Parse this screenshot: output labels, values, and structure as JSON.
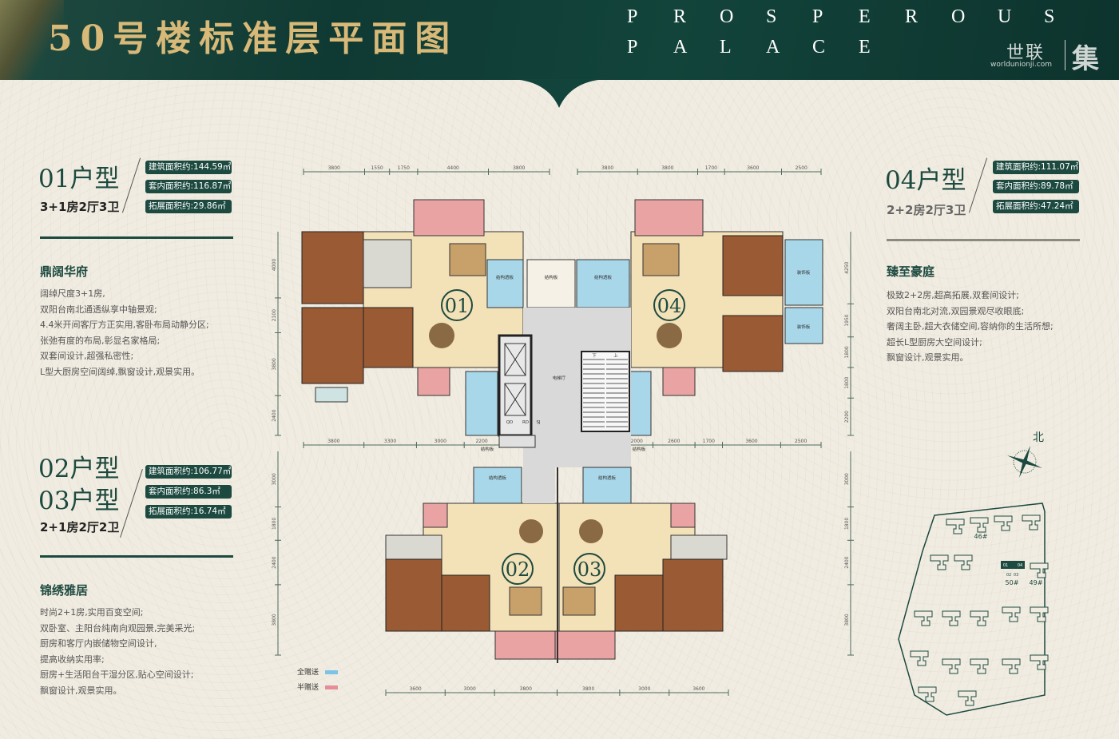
{
  "header": {
    "title": "50号楼标准层平面图",
    "brand_line1": [
      "P",
      "R",
      "O",
      "S",
      "P",
      "E",
      "R",
      "O",
      "U",
      "S"
    ],
    "brand_line2": [
      "P",
      "A",
      "L",
      "A",
      "C",
      "E"
    ],
    "watermark_cn": "世联",
    "watermark_url": "worldunionji.com",
    "watermark_ji": "集"
  },
  "unit01": {
    "name": "01户型",
    "layout": "3+1房2厅3卫",
    "areas": [
      "建筑面积约:144.59㎡",
      "套内面积约:116.87㎡",
      "拓展面积约:29.86㎡"
    ],
    "heading": "鼎阔华府",
    "desc": [
      "阔绰尺度3+1房,",
      "双阳台南北通透纵享中轴景观;",
      "4.4米开间客厅方正实用,客卧布局动静分区;",
      "张弛有度的布局,彰显名家格局;",
      "双套间设计,超强私密性;",
      "L型大厨房空间阔绰,飘窗设计,观景实用。"
    ]
  },
  "unit0203": {
    "name1": "02户型",
    "name2": "03户型",
    "layout": "2+1房2厅2卫",
    "areas": [
      "建筑面积约:106.77㎡",
      "套内面积约:86.3㎡",
      "拓展面积约:16.74㎡"
    ],
    "heading": "锦绣雅居",
    "desc": [
      "时尚2+1房,实用百变空间;",
      "双卧室、主阳台纯南向观园景,完美采光;",
      "厨房和客厅内嵌储物空间设计,",
      "提高收纳实用率;",
      "厨房+生活阳台干湿分区,贴心空间设计;",
      "飘窗设计,观景实用。"
    ]
  },
  "unit04": {
    "name": "04户型",
    "layout": "2+2房2厅3卫",
    "areas": [
      "建筑面积约:111.07㎡",
      "套内面积约:89.78㎡",
      "拓展面积约:47.24㎡"
    ],
    "heading": "臻至豪庭",
    "desc": [
      "极致2+2房,超高拓展,双套间设计;",
      "双阳台南北对流,双园景观尽收眼底;",
      "奢阔主卧,超大衣储空间,容纳你的生活所想;",
      "超长L型厨房大空间设计;",
      "飘窗设计,观景实用。"
    ]
  },
  "plan": {
    "unit_labels": [
      "01",
      "04",
      "02",
      "03"
    ],
    "room_labels": {
      "struct_panel": "结构透板",
      "struct_slab": "结构板",
      "decor_panel": "装饰板",
      "elevator_hall": "电梯厅",
      "down": "下",
      "up": "上",
      "qd": "QD",
      "rd": "RD",
      "sj": "SJ"
    },
    "dims_top_left": [
      "3800",
      "1550",
      "1750",
      "4400",
      "3800"
    ],
    "dims_top_right": [
      "3800",
      "3800",
      "1700",
      "3600",
      "2500"
    ],
    "dims_mid_left": [
      "3800",
      "3300",
      "3000",
      "2200"
    ],
    "dims_mid_right": [
      "2000",
      "2600",
      "1700",
      "3600",
      "2500"
    ],
    "dims_bottom": [
      "3600",
      "3000",
      "3800",
      "3800",
      "3000",
      "3600"
    ],
    "dims_side_left_top": [
      "4000",
      "2100",
      "3800",
      "2400"
    ],
    "dims_side_left_bottom": [
      "3000",
      "1800",
      "2400",
      "3800"
    ],
    "dims_side_right_top": [
      "4250",
      "1950",
      "1800",
      "1800",
      "2200"
    ],
    "dims_side_right_bottom": [
      "3000",
      "1800",
      "2400",
      "3800"
    ]
  },
  "legend": {
    "full": "全赠送",
    "half": "半赠送",
    "full_color": "#7cc3e6",
    "half_color": "#e68d9a"
  },
  "site": {
    "north": "北",
    "buildings": [
      "46#",
      "50#",
      "49#"
    ],
    "units": [
      "01",
      "04",
      "02",
      "03"
    ]
  }
}
